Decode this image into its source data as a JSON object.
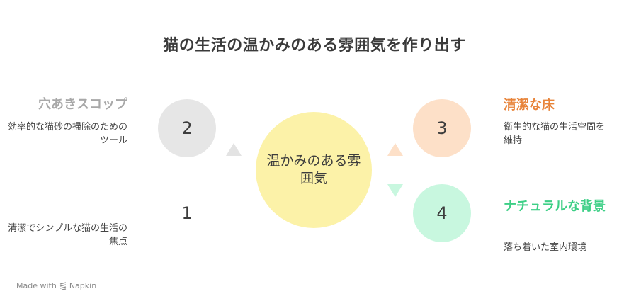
{
  "title": "猫の生活の温かみのある雰囲気を作り出す",
  "center": {
    "label": "温かみのある雰囲気"
  },
  "items": [
    {
      "number": "1",
      "title": "",
      "description": "清潔でシンプルな猫の生活の焦点",
      "color": "#ffffff"
    },
    {
      "number": "2",
      "title": "穴あきスコップ",
      "description": "効率的な猫砂の掃除のためのツール",
      "color": "#e6e6e6"
    },
    {
      "number": "3",
      "title": "清潔な床",
      "description": "衛生的な猫の生活空間を維持",
      "color": "#fde0c8"
    },
    {
      "number": "4",
      "title": "ナチュラルな背景",
      "description": "落ち着いた室内環境",
      "color": "#c8f7df"
    }
  ],
  "footer": {
    "text": "Made with",
    "brand": "Napkin"
  }
}
